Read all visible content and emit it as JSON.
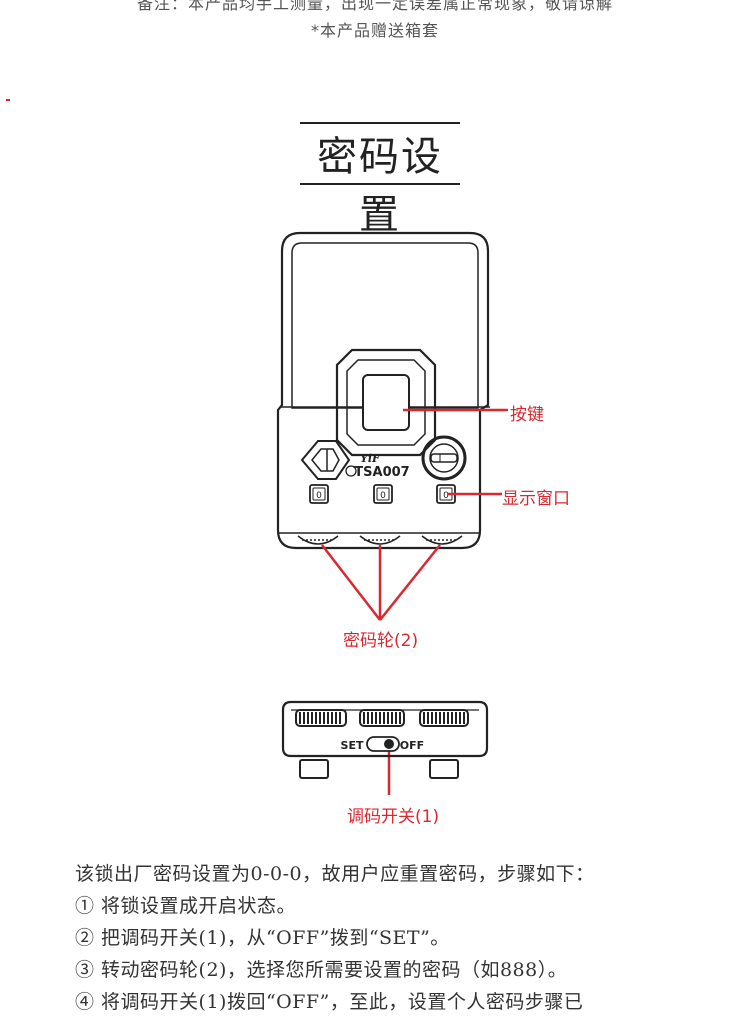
{
  "notes": {
    "line1": "备注：本产品均手工测量，出现一定误差属正常现象，敬请谅解",
    "line2": "*本产品赠送箱套"
  },
  "section_title": "密码设置",
  "diagram": {
    "brand": "YiF",
    "model": "TSA007",
    "label_button": "按键",
    "label_display": "显示窗口",
    "label_wheels": "密码轮(2)",
    "switch_set": "SET",
    "switch_off": "OFF",
    "label_switch": "调码开关(1)",
    "digit": "0"
  },
  "steps": [
    "该锁出厂密码设置为0-0-0，故用户应重置密码，步骤如下：",
    "① 将锁设置成开启状态。",
    "② 把调码开关(1)，从“OFF”拨到“SET”。",
    "③ 转动密码轮(2)，选择您所需要设置的密码（如888）。",
    "④ 将调码开关(1)拨回“OFF”，至此，设置个人密码步骤已"
  ],
  "colors": {
    "accent": "#d9282f",
    "ink": "#222222",
    "text": "#333333"
  }
}
